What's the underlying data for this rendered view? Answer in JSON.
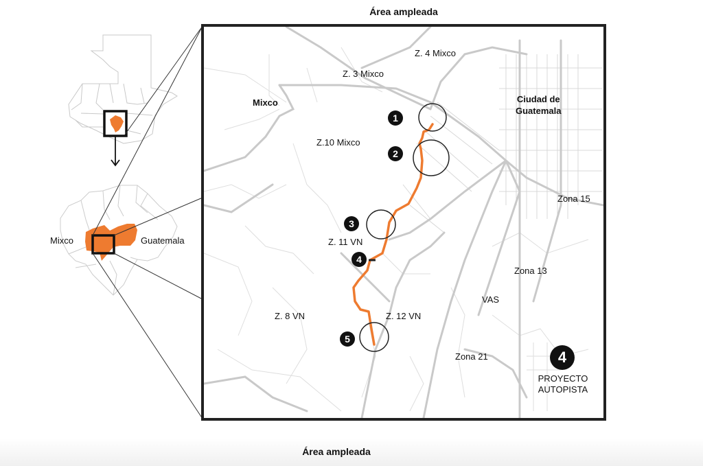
{
  "header": {
    "title": "Área ampleada"
  },
  "footer": {
    "caption": "Área ampleada"
  },
  "colors": {
    "highlight": "#ee7b30",
    "frame": "#222222",
    "roads": "#cfcfcf",
    "borders": "#c8c8c8"
  },
  "overview": {
    "country_map": {
      "icon": "guatemala-country-outline"
    },
    "arrow_icon": "arrow-down-icon",
    "dept_map": {
      "labels": {
        "left": "Mixco",
        "right": "Guatemala"
      }
    }
  },
  "detail_map": {
    "city_labels": [
      {
        "id": "mixco",
        "text": "Mixco",
        "bold": true
      },
      {
        "id": "ciudad",
        "text": "Ciudad de\nGuatemala",
        "line1": "Ciudad de",
        "line2": "Guatemala",
        "bold": true
      }
    ],
    "zone_labels": {
      "z4_mixco": "Z. 4 Mixco",
      "z3_mixco": "Z. 3 Mixco",
      "z10_mixco": "Z.10 Mixco",
      "z11_vn": "Z. 11 VN",
      "z8_vn": "Z. 8  VN",
      "z12_vn": "Z. 12 VN",
      "zona15": "Zona 15",
      "zona13": "Zona 13",
      "vas": "VAS",
      "zona21": "Zona 21"
    },
    "markers": [
      {
        "number": "1"
      },
      {
        "number": "2"
      },
      {
        "number": "3"
      },
      {
        "number": "4"
      },
      {
        "number": "5"
      }
    ],
    "project": {
      "number": "4",
      "line1": "PROYECTO",
      "line2": "AUTOPISTA"
    }
  }
}
